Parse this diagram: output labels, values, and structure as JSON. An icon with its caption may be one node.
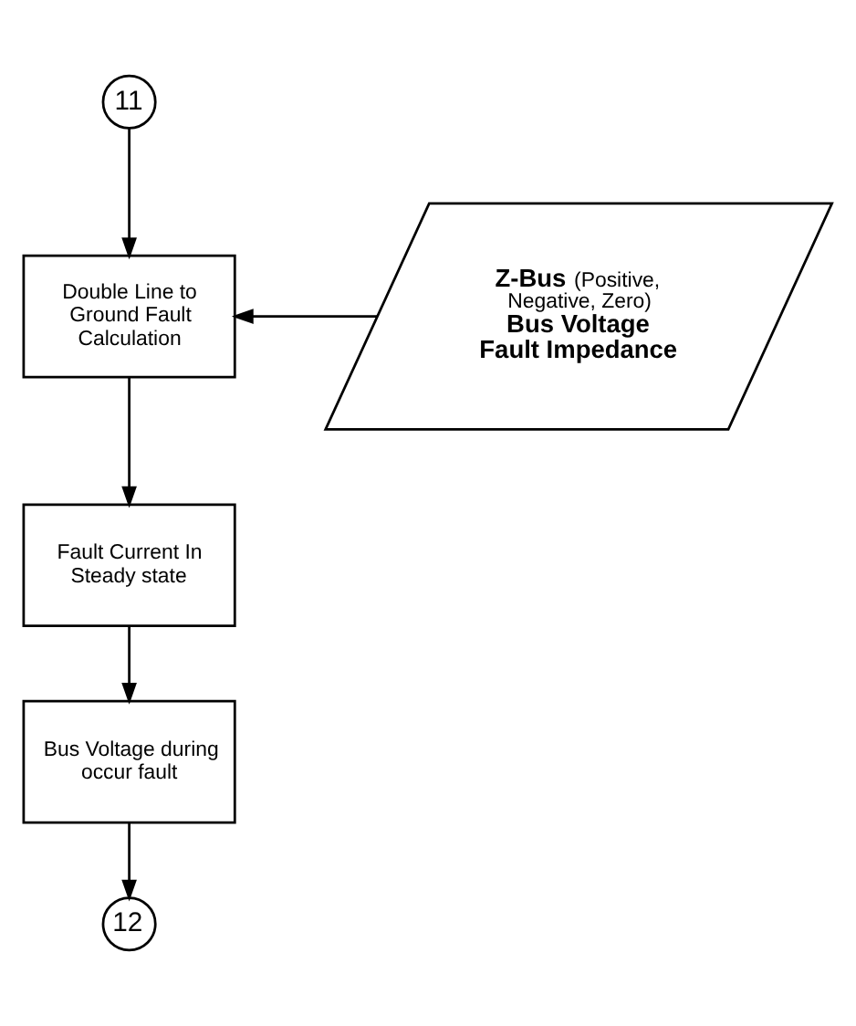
{
  "diagram": {
    "nodes": [
      {
        "text": [
          "11"
        ]
      },
      {
        "text": [
          "Double Line to Ground Fault Calculation"
        ]
      },
      {
        "text": [
          "**Z-Bus** (Positive, Negative, Zero)",
          "**Bus Voltage**",
          "**Fault Impedance**"
        ]
      },
      {
        "text": [
          "Fault Current In Steady state"
        ]
      },
      {
        "text": [
          "Bus Voltage during occur fault"
        ]
      },
      {
        "text": [
          "12"
        ]
      }
    ],
    "edges": [
      {
        "from": 0,
        "to": 1,
        "arrow": "to"
      },
      {
        "from": 2,
        "to": 1,
        "arrow": "to"
      },
      {
        "from": 1,
        "to": 3,
        "arrow": "to"
      },
      {
        "from": 3,
        "to": 4,
        "arrow": "to"
      },
      {
        "from": 4,
        "to": 5,
        "arrow": "to"
      }
    ]
  }
}
